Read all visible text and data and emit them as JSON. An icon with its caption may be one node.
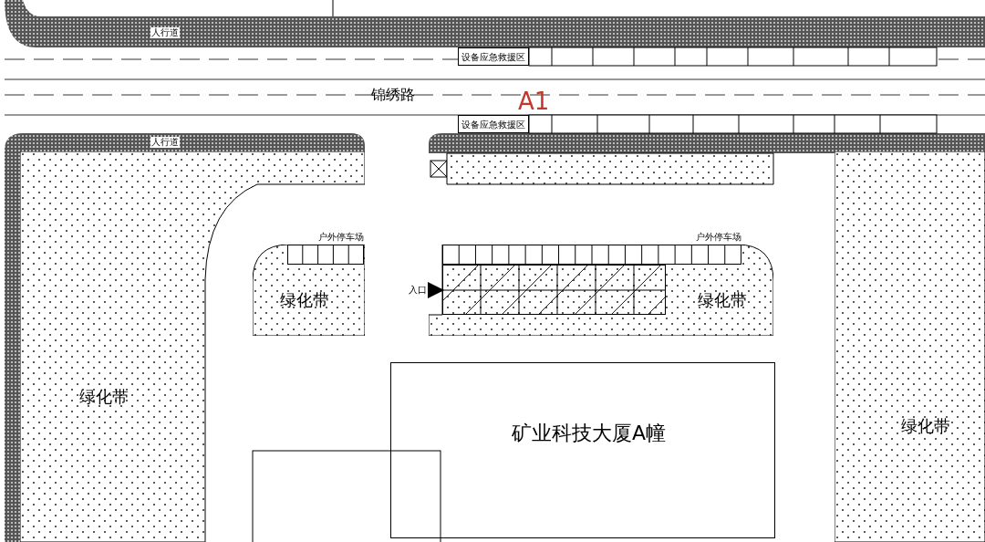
{
  "diagram": {
    "nodes": [
      {
        "text": [
          "绿化带"
        ]
      },
      {
        "text": [
          "绿化带"
        ]
      },
      {
        "text": [
          "绿化带"
        ]
      },
      {
        "text": [
          "绿化带"
        ]
      },
      {
        "text": [
          "矿业科技大厦A幢"
        ]
      },
      {
        "text": [
          "户外停车场"
        ],
        "in": 1
      },
      {
        "text": [
          "户外停车场"
        ],
        "in": 2
      },
      {
        "text": [],
        "shape": "box",
        "in": 2
      },
      {
        "text": [
          "入口"
        ]
      },
      {
        "text": [
          "设备应急救援区"
        ]
      },
      {
        "text": [
          "设备应急救援区"
        ]
      }
    ],
    "edges": [
      {
        "from": 8,
        "to": 7,
        "arrow": "to"
      }
    ],
    "labels": [
      "人行道",
      "锦绣路",
      "A1",
      "人行道"
    ]
  }
}
